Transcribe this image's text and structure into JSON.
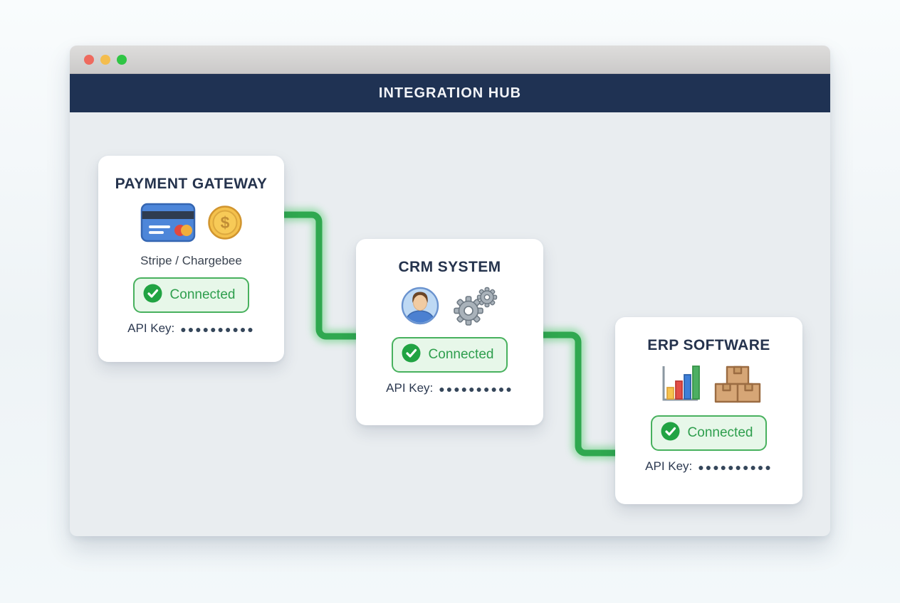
{
  "window": {
    "header_title": "INTEGRATION HUB",
    "traffic_lights": [
      "close",
      "minimize",
      "zoom"
    ],
    "header_bg": "#1f3253",
    "titlebar_bg": "#d4d3d2"
  },
  "cards": [
    {
      "id": "payment-gateway",
      "title": "PAYMENT GATEWAY",
      "icons": [
        "credit-card-icon",
        "dollar-coin-icon"
      ],
      "subtitle": "Stripe / Chargebee",
      "status": {
        "label": "Connected",
        "state": "connected",
        "icon": "check-circle-icon"
      },
      "api_key_label": "API Key:",
      "api_key_masked": "●●●●●●●●●●"
    },
    {
      "id": "crm-system",
      "title": "CRM SYSTEM",
      "icons": [
        "user-avatar-icon",
        "gears-icon"
      ],
      "status": {
        "label": "Connected",
        "state": "connected",
        "icon": "check-circle-icon"
      },
      "api_key_label": "API Key:",
      "api_key_masked": "●●●●●●●●●●"
    },
    {
      "id": "erp-software",
      "title": "ERP SOFTWARE",
      "icons": [
        "bar-chart-icon",
        "boxes-icon"
      ],
      "status": {
        "label": "Connected",
        "state": "connected",
        "icon": "check-circle-icon"
      },
      "api_key_label": "API Key:",
      "api_key_masked": "●●●●●●●●●●"
    }
  ],
  "connections": [
    {
      "from": "payment-gateway",
      "to": "crm-system",
      "state": "active"
    },
    {
      "from": "crm-system",
      "to": "erp-software",
      "state": "active"
    }
  ],
  "colors": {
    "connector_green": "#2fa84f",
    "connector_glow": "#8fd9a2",
    "badge_bg": "#e7f7e9",
    "badge_border": "#48b15e",
    "badge_text": "#2e9e4d",
    "check_circle": "#21a343",
    "card_title": "#25334d",
    "api_dots": "#35465a",
    "header_navy": "#1f3253",
    "traffic_red": "#ee6a5e",
    "traffic_yellow": "#f4bd4e",
    "traffic_green": "#2fc544"
  }
}
